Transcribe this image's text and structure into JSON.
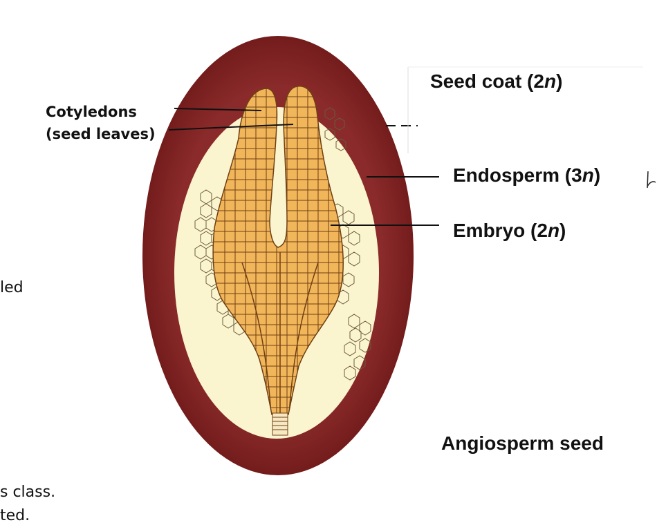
{
  "labels": {
    "seed_coat": {
      "text": "Seed coat (2",
      "ploidy": "n",
      "close": ")"
    },
    "endosperm": {
      "text": "Endosperm (3",
      "ploidy": "n",
      "close": ")"
    },
    "embryo": {
      "text": "Embryo (2",
      "ploidy": "n",
      "close": ")"
    },
    "cotyledons_line1": "Cotyledons",
    "cotyledons_line2": "(seed leaves)",
    "title": "Angiosperm seed"
  },
  "background_text": {
    "left_fragment": "led",
    "bottom_line1": "s class.",
    "bottom_line2": "ted."
  },
  "colors": {
    "seed_coat": "#7a1e1e",
    "endosperm": "#fbf5cf",
    "embryo": "#f2b65a",
    "embryo_lines": "#6e3f14",
    "leader_lines": "#111111"
  }
}
